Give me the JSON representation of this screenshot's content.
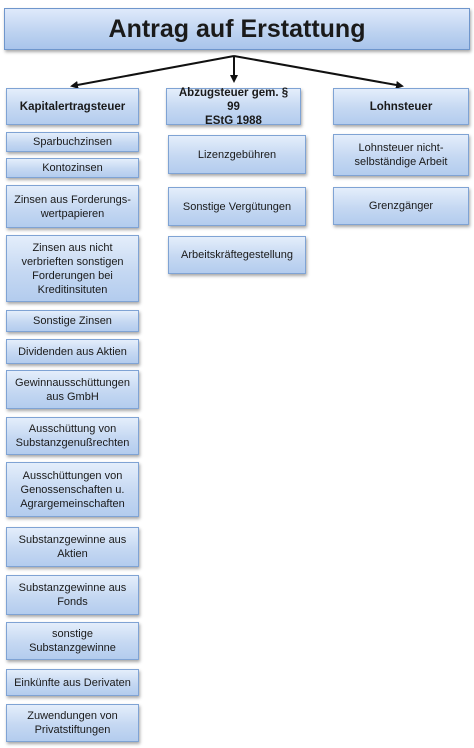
{
  "title": "Antrag auf Erstattung",
  "columns": [
    {
      "heading": "Kapitalertragsteuer",
      "items": [
        "Sparbuchzinsen",
        "Kontozinsen",
        "Zinsen aus Forderungs-\nwertpapieren",
        "Zinsen aus nicht\nverbrieften sonstigen\nForderungen bei\nKreditinsituten",
        "Sonstige Zinsen",
        "Dividenden aus Aktien",
        "Gewinnausschüttungen\naus GmbH",
        "Ausschüttung von\nSubstanzgenußrechten",
        "Ausschüttungen von\nGenossenschaften u.\nAgrargemeinschaften",
        "Substanzgewinne  aus\nAktien",
        "Substanzgewinne aus\nFonds",
        "sonstige\nSubstanzgewinne",
        "Einkünfte aus Derivaten",
        "Zuwendungen von\nPrivatstiftungen"
      ]
    },
    {
      "heading": "Abzugsteuer gem. § 99\nEStG 1988",
      "items": [
        "Lizenzgebühren",
        "Sonstige Vergütungen",
        "Arbeitskräftegestellung"
      ]
    },
    {
      "heading": "Lohnsteuer",
      "items": [
        "Lohnsteuer nicht-\nselbständige Arbeit",
        "Grenzgänger"
      ]
    }
  ]
}
